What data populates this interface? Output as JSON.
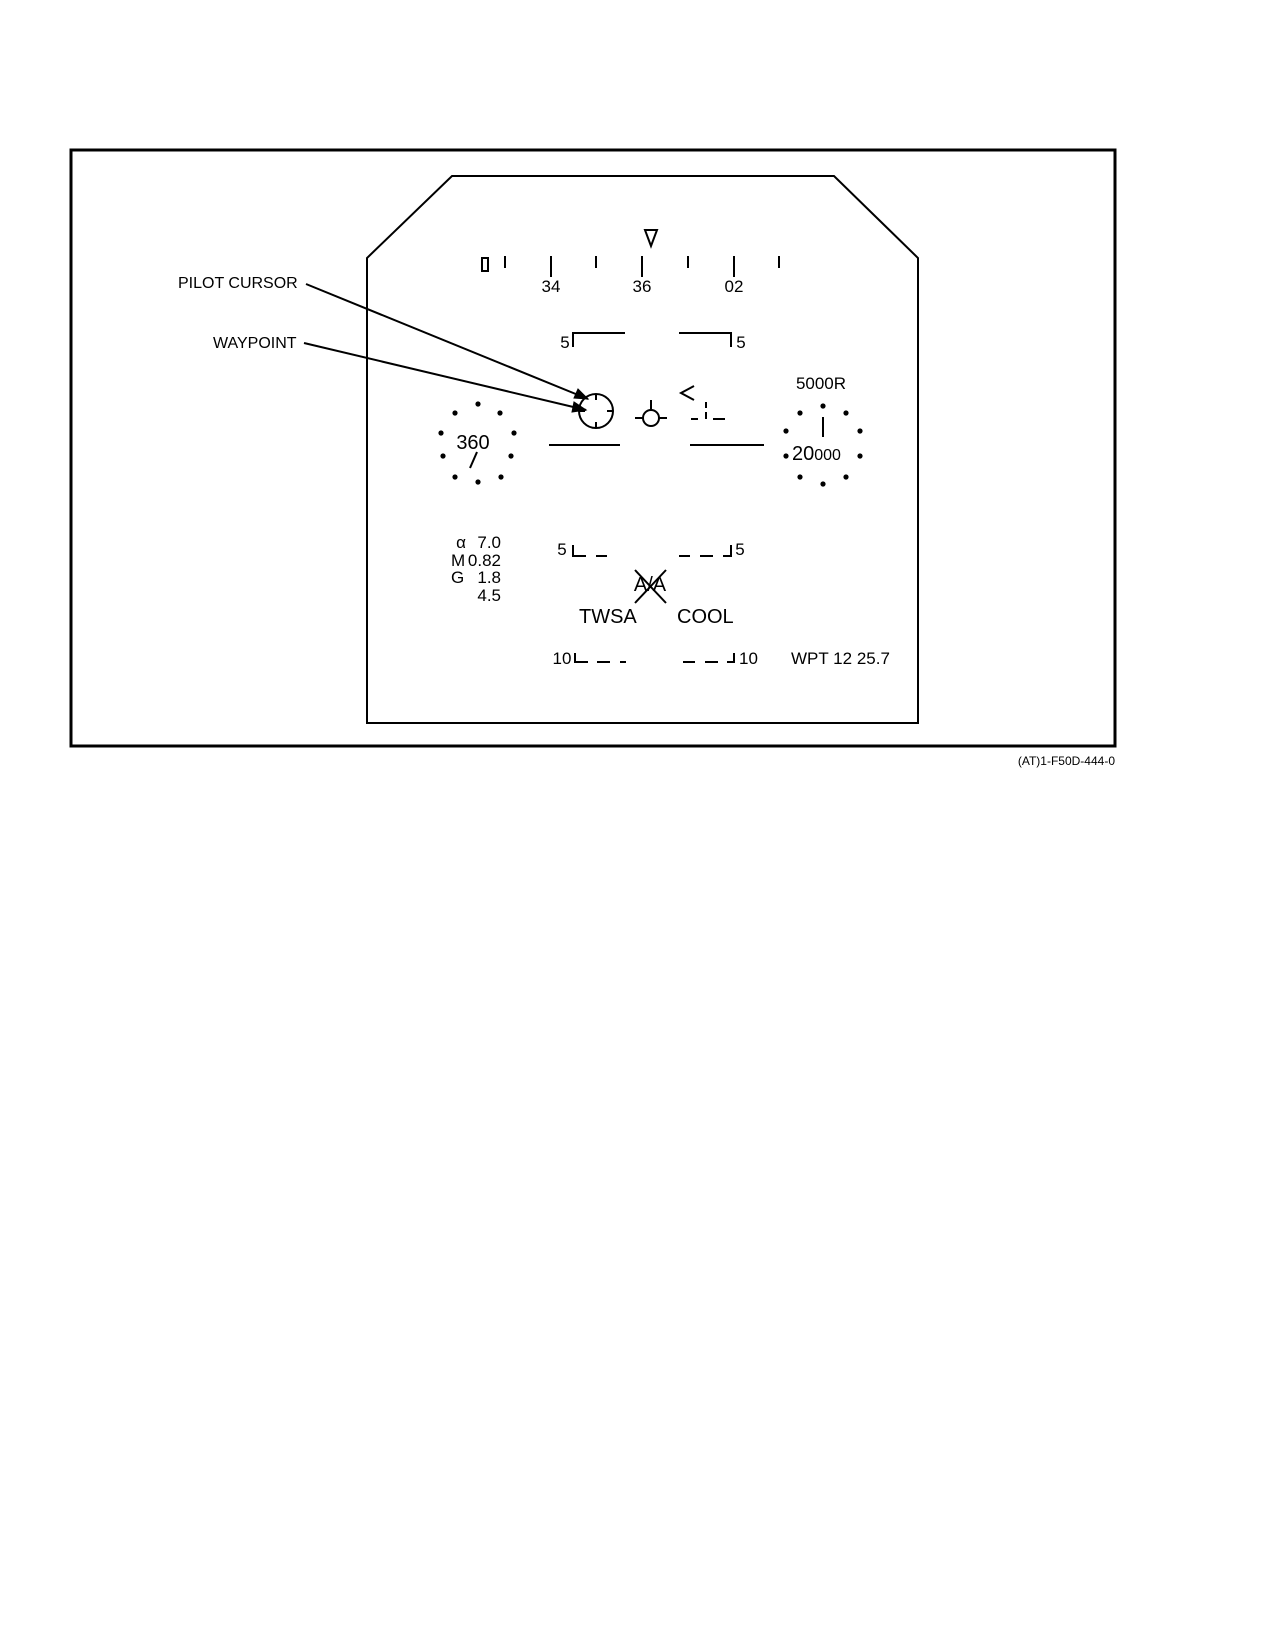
{
  "callouts": {
    "pilot_cursor": "PILOT CURSOR",
    "waypoint": "WAYPOINT"
  },
  "heading_scale": {
    "labels": [
      "34",
      "36",
      "02"
    ]
  },
  "pitch_ladder": {
    "upper_left": "5",
    "upper_right": "5",
    "mid_left": "5",
    "mid_right": "5",
    "lower_left": "10",
    "lower_right": "10"
  },
  "airspeed": {
    "value": "360"
  },
  "altitude": {
    "radar_alt": "5000R",
    "value_major": "20",
    "value_minor": "000"
  },
  "flight_data": {
    "alpha_symbol": "α",
    "alpha": "7.0",
    "mach_symbol": "M",
    "mach": "0.82",
    "g_symbol": "G",
    "g": "1.8",
    "g_max": "4.5"
  },
  "mode": {
    "master_mode": "A/A",
    "weapon": "TWSA",
    "status": "COOL"
  },
  "waypoint_info": {
    "text": "WPT 12 25.7"
  },
  "figure_id": "(AT)1-F50D-444-0"
}
